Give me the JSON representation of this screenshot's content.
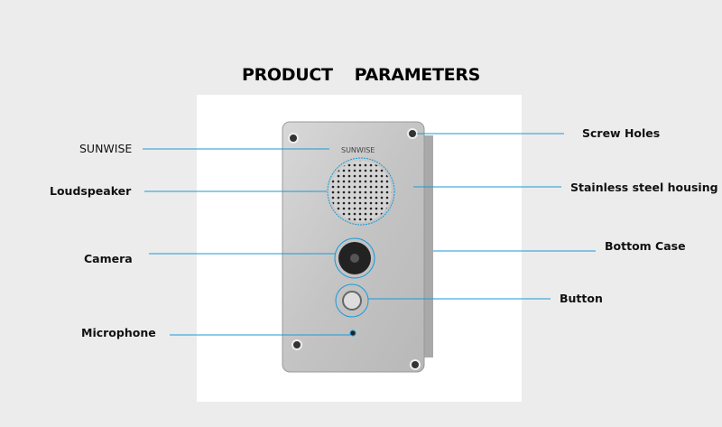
{
  "title": {
    "word1": "PRODUCT",
    "word2": "PARAMETERS"
  },
  "device_logo": "SUNWISE",
  "callouts": {
    "sunwise": "SUNWISE",
    "loudspeaker": "Loudspeaker",
    "camera": "Camera",
    "microphone": "Microphone",
    "screw_holes": "Screw Holes",
    "housing": "Stainless steel housing",
    "bottom_case": "Bottom Case",
    "button": "Button"
  },
  "colors": {
    "leader_line": "#1a9ad6",
    "background": "#ececec",
    "steel": "#c9c9c9"
  }
}
